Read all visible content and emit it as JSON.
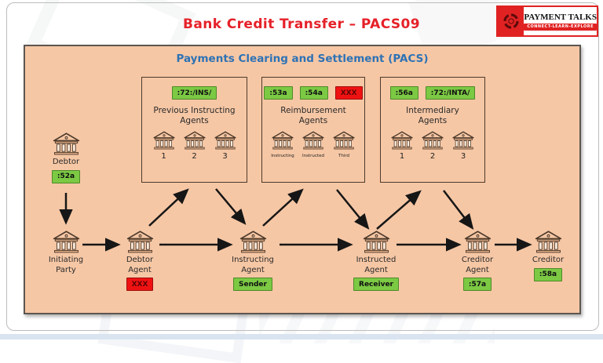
{
  "page": {
    "title": "Bank Credit Transfer – PACS09",
    "subtitle": "Payments Clearing and Settlement (PACS)"
  },
  "logo": {
    "name": "PAYMENT TALKS",
    "tagline": "CONNECT-LEARN-EXPLORE"
  },
  "top_boxes": [
    {
      "title1": "Previous Instructing",
      "title2": "Agents",
      "tags": [
        {
          "text": ":72:/INS/",
          "style": "green"
        }
      ],
      "banks": [
        "1",
        "2",
        "3"
      ]
    },
    {
      "title1": "Reimbursement",
      "title2": "Agents",
      "tags": [
        {
          "text": ":53a",
          "style": "green"
        },
        {
          "text": ":54a",
          "style": "green"
        },
        {
          "text": "XXX",
          "style": "red"
        }
      ],
      "banks": [
        "Instructing",
        "Instructed",
        "Third"
      ]
    },
    {
      "title1": "Intermediary",
      "title2": "Agents",
      "tags": [
        {
          "text": ":56a",
          "style": "green"
        },
        {
          "text": ":72:/INTA/",
          "style": "green"
        }
      ],
      "banks": [
        "1",
        "2",
        "3"
      ]
    }
  ],
  "debtor": {
    "label": "Debtor",
    "tag": ":52a"
  },
  "bottom_row": [
    {
      "label1": "Initiating",
      "label2": "Party"
    },
    {
      "label1": "Debtor",
      "label2": "Agent",
      "tag": "XXX"
    },
    {
      "label1": "Instructing",
      "label2": "Agent",
      "tag": "Sender"
    },
    {
      "label1": "Instructed",
      "label2": "Agent",
      "tag": "Receiver"
    },
    {
      "label1": "Creditor",
      "label2": "Agent",
      "tag": ":57a"
    },
    {
      "label1": "Creditor",
      "label2": "",
      "tag": ":58a"
    }
  ],
  "colors": {
    "panel_bg": "#f6c7a5",
    "title_red": "#e62129",
    "subtitle_blue": "#2d72b5",
    "tag_green": "#7cc944",
    "tag_red": "#ef1212",
    "arrow": "#161616"
  }
}
